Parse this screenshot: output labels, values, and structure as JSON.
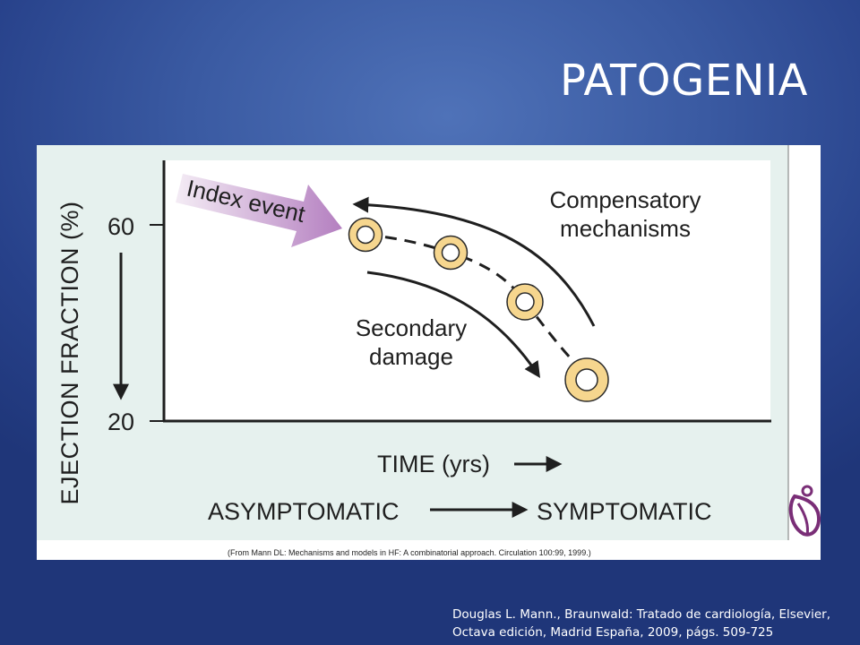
{
  "slide": {
    "title": "PATOGENIA",
    "caption_line1": "Douglas L. Mann., Braunwald: Tratado de cardiología, Elsevier,",
    "caption_line2": "Octava edición, Madrid España, 2009, págs. 509-725"
  },
  "figure": {
    "y_axis_label": "EJECTION FRACTION (%)",
    "y_tick_top": "60",
    "y_tick_bottom": "20",
    "x_axis_label": "TIME (yrs)",
    "stage_from": "ASYMPTOMATIC",
    "stage_to": "SYMPTOMATIC",
    "index_event_label": "Index event",
    "compensatory_line1": "Compensatory",
    "compensatory_line2": "mechanisms",
    "secondary_line1": "Secondary",
    "secondary_line2": "damage",
    "source_note": "(From Mann DL: Mechanisms and models in HF: A combinatorial approach. Circulation 100:99, 1999.)"
  },
  "colors": {
    "panel_bg": "#e6f1ee",
    "plot_bg": "#ffffff",
    "marker_fill": "#f6d68e",
    "marker_stroke": "#2a2a2a",
    "arrow_fill": "#b98fc4",
    "slide_bg": "#3a5aa2"
  },
  "icons": {
    "publisher_logo": "elsevier-logo-icon"
  }
}
